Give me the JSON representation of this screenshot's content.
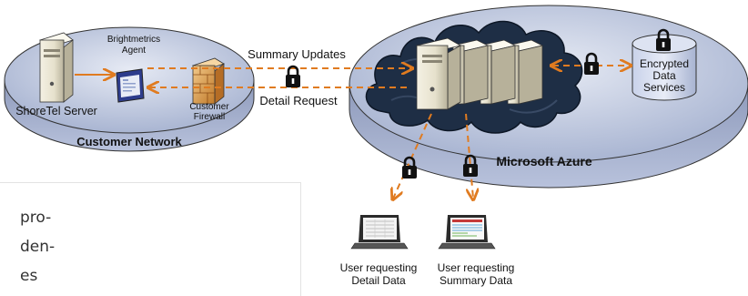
{
  "labels": {
    "customer_network": "Customer Network",
    "shoretel_server": "ShoreTel Server",
    "agent_line1": "Brightmetrics",
    "agent_line2": "Agent",
    "firewall_line1": "Customer",
    "firewall_line2": "Firewall",
    "summary_updates": "Summary Updates",
    "detail_request": "Detail Request",
    "microsoft_azure": "Microsoft Azure",
    "encrypted_line1": "Encrypted",
    "encrypted_line2": "Data",
    "encrypted_line3": "Services",
    "user_detail_line1": "User requesting",
    "user_detail_line2": "Detail Data",
    "user_summary_line1": "User requesting",
    "user_summary_line2": "Summary Data"
  },
  "cutoff_text": [
    "pro-",
    "den-",
    "es"
  ],
  "colors": {
    "arrow": "#e07b20",
    "platform_top": "#c4cde3",
    "platform_side": "#9aa6c4",
    "cloud": "#1e2e45",
    "lock": "#111111"
  },
  "icons": [
    "server-icon",
    "agent-window-icon",
    "firewall-icon",
    "lock-icon",
    "database-icon",
    "laptop-icon",
    "cloud-icon"
  ]
}
